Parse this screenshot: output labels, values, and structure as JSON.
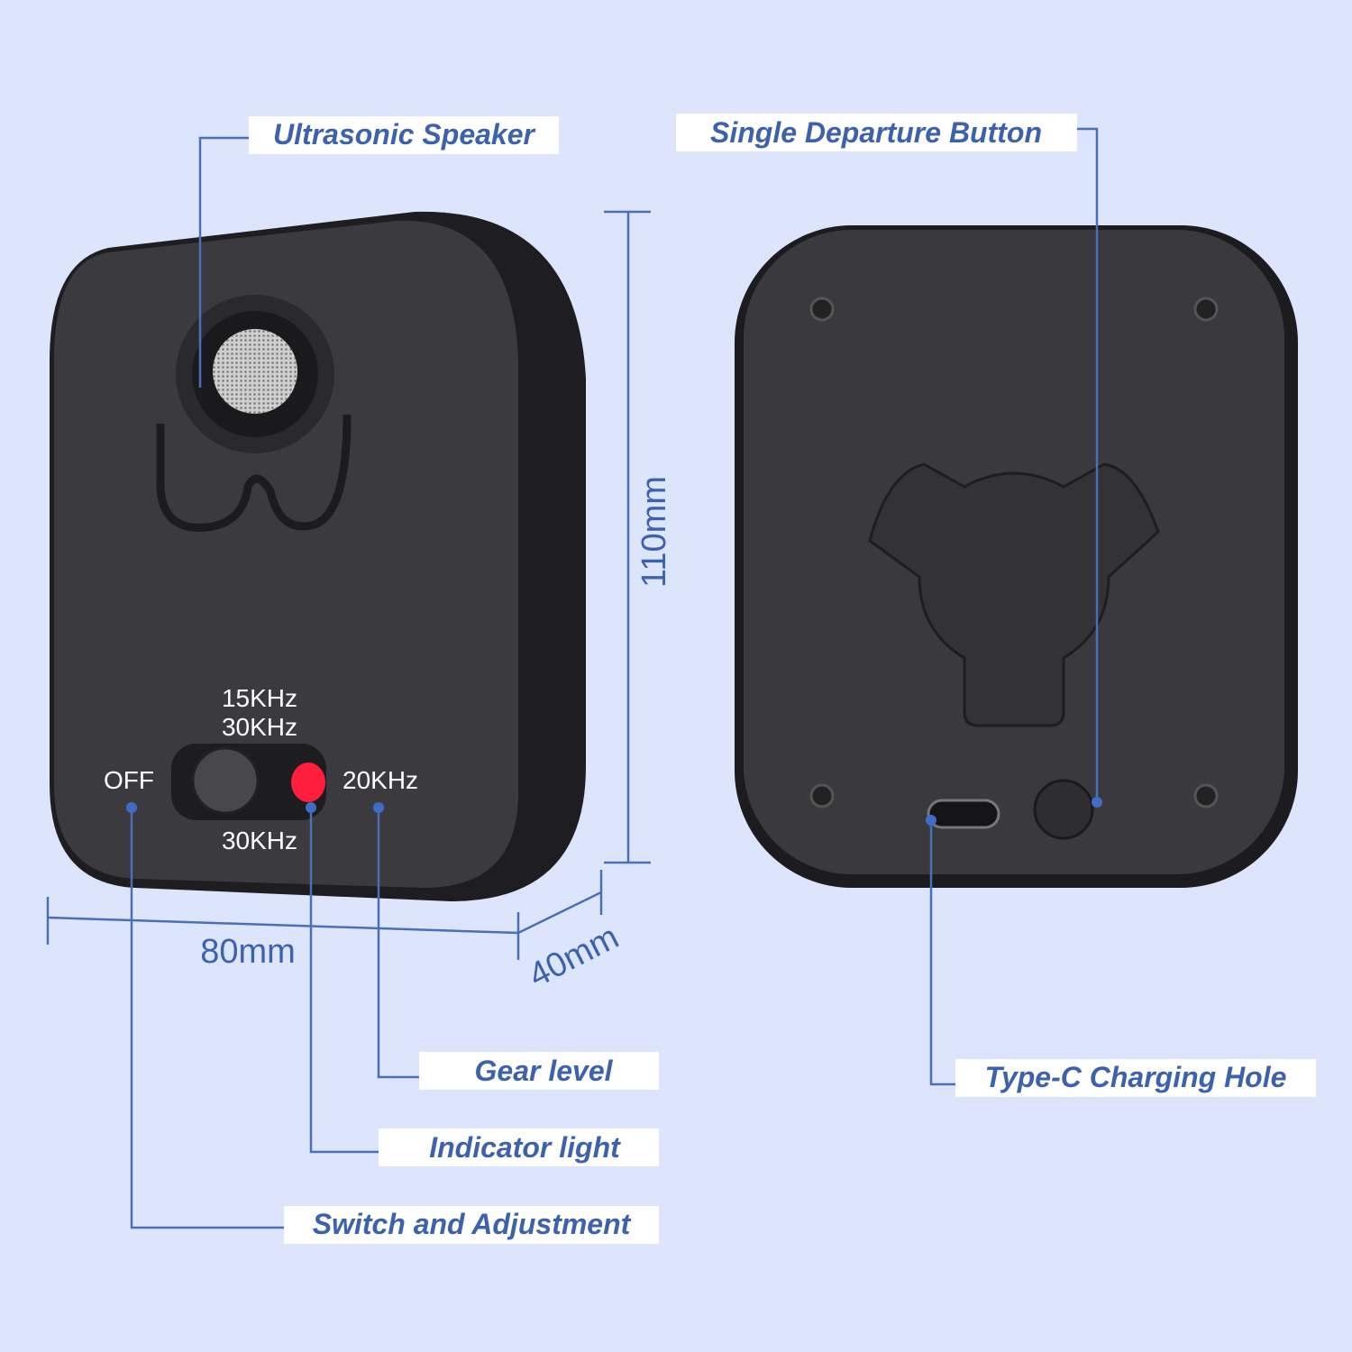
{
  "labels": {
    "ultrasonic_speaker": "Ultrasonic Speaker",
    "single_departure_button": "Single Departure Button",
    "gear_level": "Gear level",
    "indicator_light": "Indicator light",
    "switch_and_adjustment": "Switch and Adjustment",
    "type_c_charging_hole": "Type-C Charging Hole"
  },
  "dimensions": {
    "height": "110mm",
    "width": "80mm",
    "depth": "40mm"
  },
  "device_markings": {
    "off": "OFF",
    "freq_top_1": "15KHz",
    "freq_top_2": "30KHz",
    "freq_right": "20KHz",
    "freq_bottom": "30KHz"
  },
  "colors": {
    "background": "#dce5fb",
    "accent": "#3d62ad",
    "device": "#3a3a3e",
    "indicator": "#ff1e3c"
  }
}
